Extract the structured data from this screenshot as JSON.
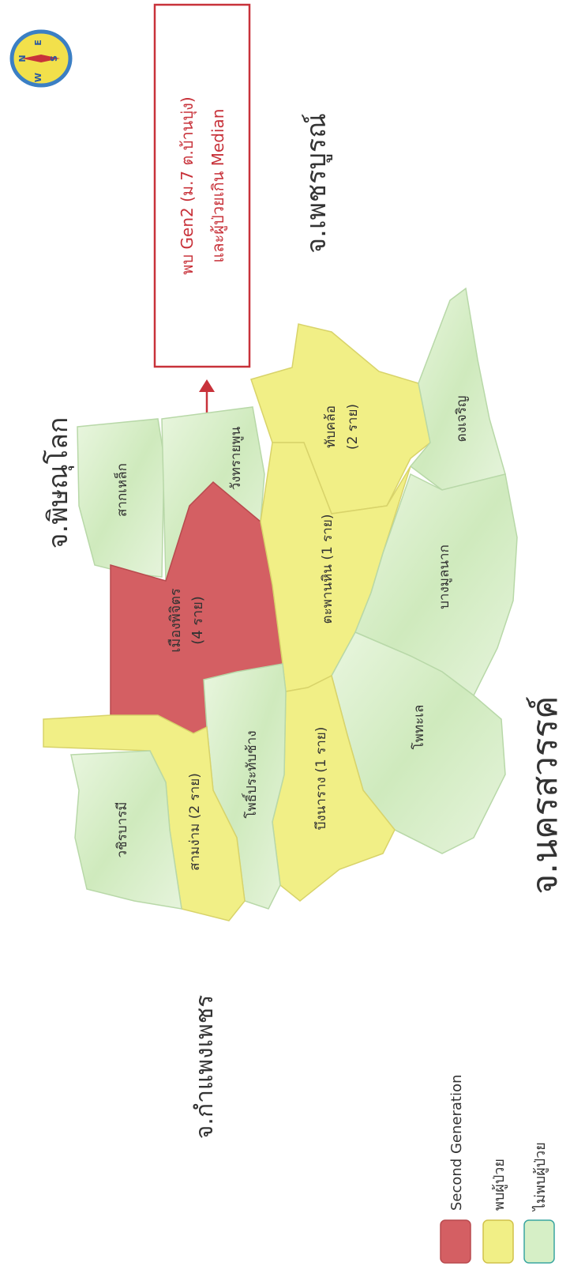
{
  "compass": {
    "n": "N",
    "e": "E",
    "s": "S",
    "w": "W"
  },
  "provinces": {
    "phitsanulok": "จ.พิษณุโลก",
    "phetchabun": "จ.เพชรบูรณ์",
    "nakhonsawan": "จ.นครสวรรค์",
    "kamphaengphet": "จ.กำแพงเพชร"
  },
  "callout": {
    "line1": "พบ Gen2 (ม.7 ต.บ้านบุ่ง)",
    "line2": "และผู้ป่วยเกิน Median"
  },
  "districts": [
    {
      "id": "wachirabarami",
      "name": "วชิรบารมี",
      "status": "none",
      "cases": ""
    },
    {
      "id": "sam-ngam",
      "name": "สามง่าม",
      "status": "cases",
      "cases": "(2 ราย)"
    },
    {
      "id": "pho-prathap-chang",
      "name": "โพธิ์ประทับช้าง",
      "status": "none",
      "cases": ""
    },
    {
      "id": "bueng-na-rang",
      "name": "บึงนาราง",
      "status": "cases",
      "cases": "(1 ราย)"
    },
    {
      "id": "pho-thale",
      "name": "โพทะเล",
      "status": "none",
      "cases": ""
    },
    {
      "id": "mueang-phichit",
      "name": "เมืองพิจิตร",
      "status": "gen2",
      "cases": "(4 ราย)"
    },
    {
      "id": "taphan-hin",
      "name": "ตะพานหิน",
      "status": "cases",
      "cases": "(1 ราย)"
    },
    {
      "id": "bang-mun-nak",
      "name": "บางมูลนาก",
      "status": "none",
      "cases": ""
    },
    {
      "id": "sak-lek",
      "name": "สากเหล็ก",
      "status": "none",
      "cases": ""
    },
    {
      "id": "wang-sai-phun",
      "name": "วังทรายพูน",
      "status": "none",
      "cases": ""
    },
    {
      "id": "thap-khlo",
      "name": "ทับคล้อ",
      "status": "cases",
      "cases": "(2 ราย)"
    },
    {
      "id": "dong-charoen",
      "name": "ดงเจริญ",
      "status": "none",
      "cases": ""
    }
  ],
  "legend": {
    "gen2": "Second Generation",
    "cases": "พบผู้ป่วย",
    "none": "ไม่พบผู้ป่วย"
  },
  "colors": {
    "gen2": "#d45f63",
    "cases": "#f1ef86",
    "none": "#d6efc6",
    "callout_border": "#c8323a",
    "callout_text": "#c8323a",
    "compass_fill": "#f2e04b",
    "compass_ring": "#3b7fc4"
  }
}
